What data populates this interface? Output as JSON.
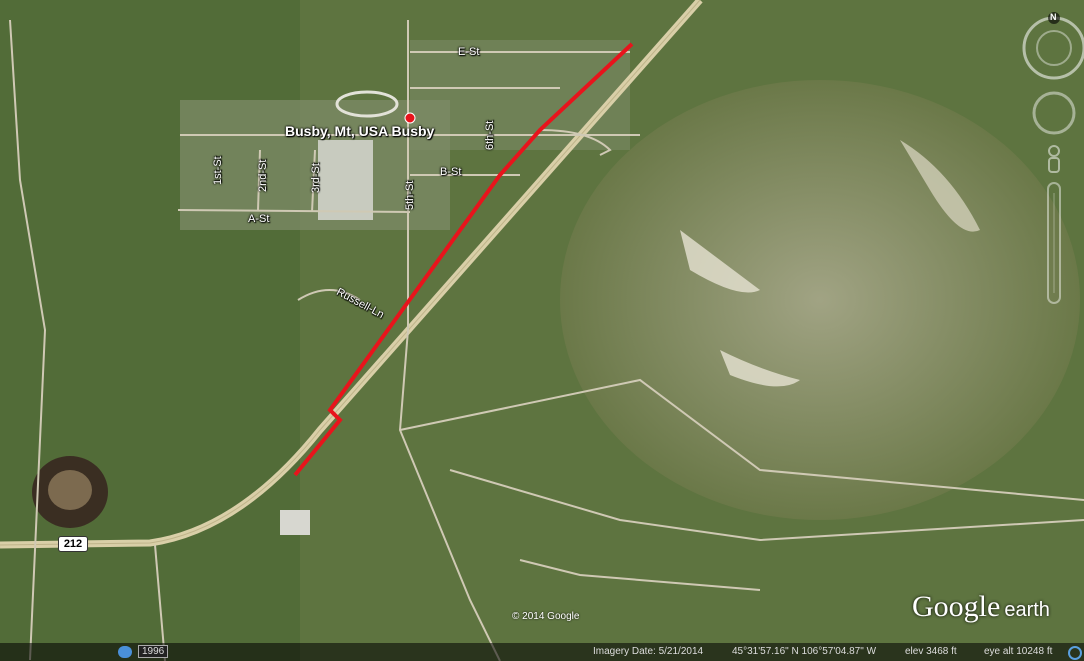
{
  "map": {
    "place_label": "Busby, Mt, USA  Busby",
    "streets": {
      "e_st": "E-St",
      "b_st": "B-St",
      "a_st": "A-St",
      "first_st": "1st-St",
      "second_st": "2nd-St",
      "third_st": "3rd-St",
      "fifth_st": "5th-St",
      "sixth_st": "6th-St",
      "russell_ln": "Russell-Ln"
    },
    "highway_shield": "212",
    "copyright": "© 2014 Google",
    "brand": {
      "google": "Google",
      "earth": "earth"
    },
    "route_color": "#e8141c"
  },
  "status": {
    "year": "1996",
    "imagery_date": "Imagery Date: 5/21/2014",
    "coords": "45°31'57.16\" N 106°57'04.87\" W",
    "elevation": "elev  3468 ft",
    "eye_alt": "eye alt  10248 ft"
  },
  "nav": {
    "north_label": "N"
  }
}
